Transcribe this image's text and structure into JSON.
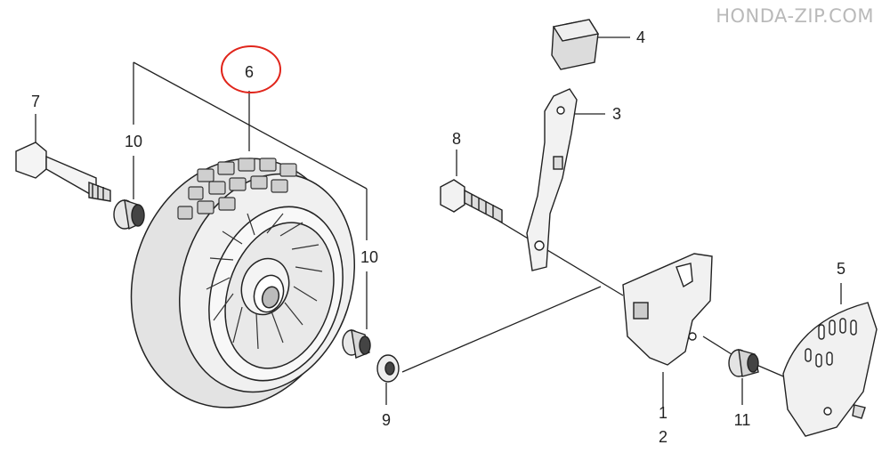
{
  "watermark": "HONDA-ZIP.COM",
  "highlight_color": "#e0251b",
  "callouts": {
    "c1": "1",
    "c2": "2",
    "c3": "3",
    "c4": "4",
    "c5": "5",
    "c6": "6",
    "c7": "7",
    "c8": "8",
    "c9": "9",
    "c10a": "10",
    "c10b": "10",
    "c11": "11"
  }
}
